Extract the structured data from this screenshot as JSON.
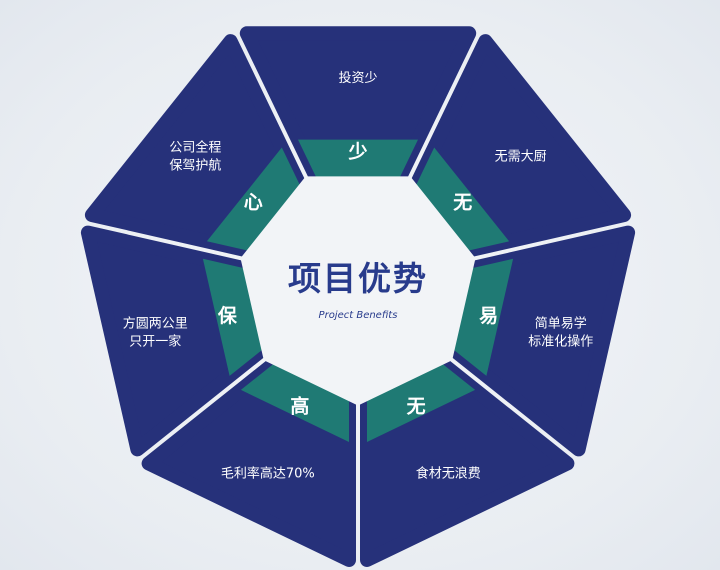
{
  "center": {
    "title": "项目优势",
    "subtitle": "Project Benefits"
  },
  "segments": [
    {
      "char": "少",
      "lines": [
        "投资少"
      ]
    },
    {
      "char": "无",
      "lines": [
        "无需大厨"
      ]
    },
    {
      "char": "易",
      "lines": [
        "简单易学",
        "标准化操作"
      ]
    },
    {
      "char": "无",
      "lines": [
        "食材无浪费"
      ]
    },
    {
      "char": "高",
      "lines": [
        "毛利率高达70%"
      ]
    },
    {
      "char": "保",
      "lines": [
        "方圆两公里",
        "只开一家"
      ]
    },
    {
      "char": "心",
      "lines": [
        "公司全程",
        "保驾护航"
      ]
    }
  ],
  "colors": {
    "outer": "#26317a",
    "inner": "#1f7a74",
    "center": "#f2f4f7",
    "title": "#283b8c",
    "gap": "#e9edf2"
  }
}
